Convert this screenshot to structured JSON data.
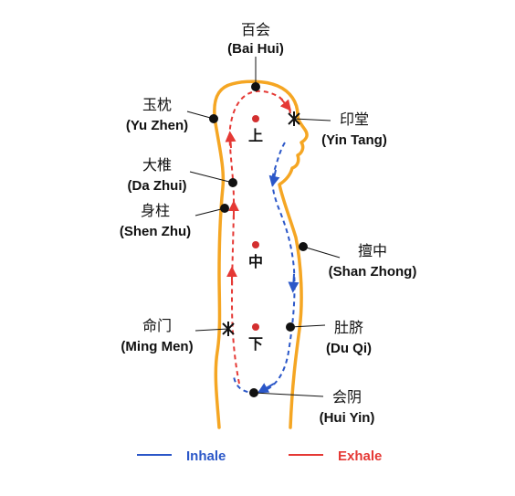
{
  "colors": {
    "body_outline": "#f5a623",
    "inhale": "#2b57c8",
    "exhale": "#e53935",
    "point": "#111111",
    "center_dot": "#d32f2f"
  },
  "points": {
    "bai_hui": {
      "chinese": "百会",
      "pinyin": "(Bai Hui)"
    },
    "yu_zhen": {
      "chinese": "玉枕",
      "pinyin": "(Yu Zhen)"
    },
    "yin_tang": {
      "chinese": "印堂",
      "pinyin": "(Yin Tang)"
    },
    "da_zhui": {
      "chinese": "大椎",
      "pinyin": "(Da Zhui)"
    },
    "shen_zhu": {
      "chinese": "身柱",
      "pinyin": "(Shen Zhu)"
    },
    "shan_zhong": {
      "chinese": "擅中",
      "pinyin": "(Shan Zhong)"
    },
    "ming_men": {
      "chinese": "命门",
      "pinyin": "(Ming Men)"
    },
    "du_qi": {
      "chinese": "肚脐",
      "pinyin": "(Du Qi)"
    },
    "hui_yin": {
      "chinese": "会阴",
      "pinyin": "(Hui Yin)"
    }
  },
  "centers": {
    "upper": "上",
    "middle": "中",
    "lower": "下"
  },
  "legend": {
    "inhale": "Inhale",
    "exhale": "Exhale"
  }
}
